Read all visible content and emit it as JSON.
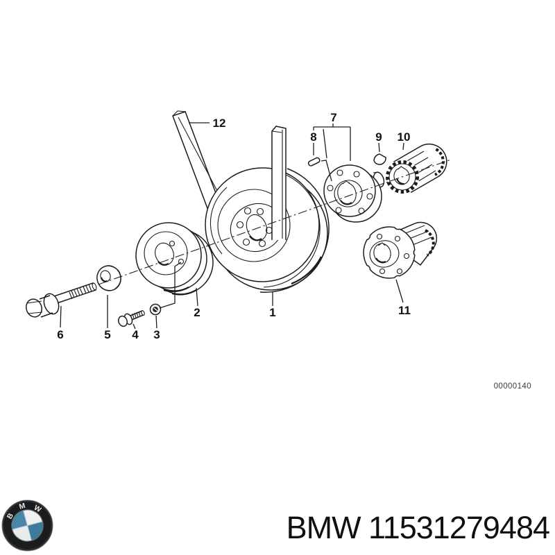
{
  "diagram": {
    "drawing_number": "00000140",
    "callouts": [
      "1",
      "2",
      "3",
      "4",
      "5",
      "6",
      "7",
      "8",
      "9",
      "10",
      "11",
      "12"
    ]
  },
  "footer": {
    "caption": "BMW 11531279484",
    "logo_letters": [
      "B",
      "M",
      "W"
    ]
  },
  "colors": {
    "line": "#1c1c1c",
    "logo_black": "#1a1c1e",
    "logo_blue_top_left": "#4987a8",
    "logo_blue_bottom_right": "#3c7b9c",
    "logo_white": "#eef0f1"
  }
}
